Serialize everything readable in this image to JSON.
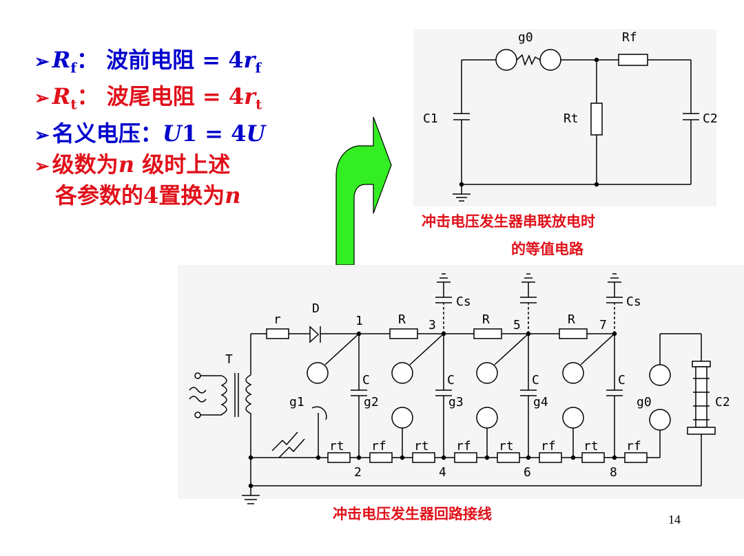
{
  "bullets": {
    "b1": {
      "sym": "R",
      "sub": "f",
      "label": "：  波前电阻 = 4",
      "var": "r",
      "vsub": "f"
    },
    "b2": {
      "sym": "R",
      "sub": "t",
      "label": "：  波尾电阻 = 4",
      "var": "r",
      "vsub": "t"
    },
    "b3": {
      "label": "名义电压：",
      "formula_u1": "U",
      "formula_1": "1 = 4",
      "formula_u": "U"
    },
    "b4": {
      "line1a": "级数为",
      "line1n": "n",
      "line1b": " 级时上述",
      "line2a": "各参数的4置换为",
      "line2n": "n"
    }
  },
  "upper_circuit": {
    "labels": {
      "g0": "g0",
      "rf": "Rf",
      "c1": "C1",
      "rt": "Rt",
      "c2": "C2"
    },
    "caption_line1": "冲击电压发生器串联放电时",
    "caption_line2": "的等值电路"
  },
  "lower_circuit": {
    "labels": {
      "t": "T",
      "r": "r",
      "d": "D",
      "c": "C",
      "cs": "Cs",
      "g0": "g0",
      "c2": "C2",
      "big_r": "R",
      "rt": "rt",
      "rf": "rf",
      "g1": "g1",
      "g2": "g2",
      "g3": "g3",
      "g4": "g4",
      "n1": "1",
      "n2": "2",
      "n3": "3",
      "n4": "4",
      "n5": "5",
      "n6": "6",
      "n7": "7",
      "n8": "8"
    },
    "caption": "冲击电压发生器回路接线"
  },
  "arrow_color": "#33ee22",
  "page_number": "14"
}
